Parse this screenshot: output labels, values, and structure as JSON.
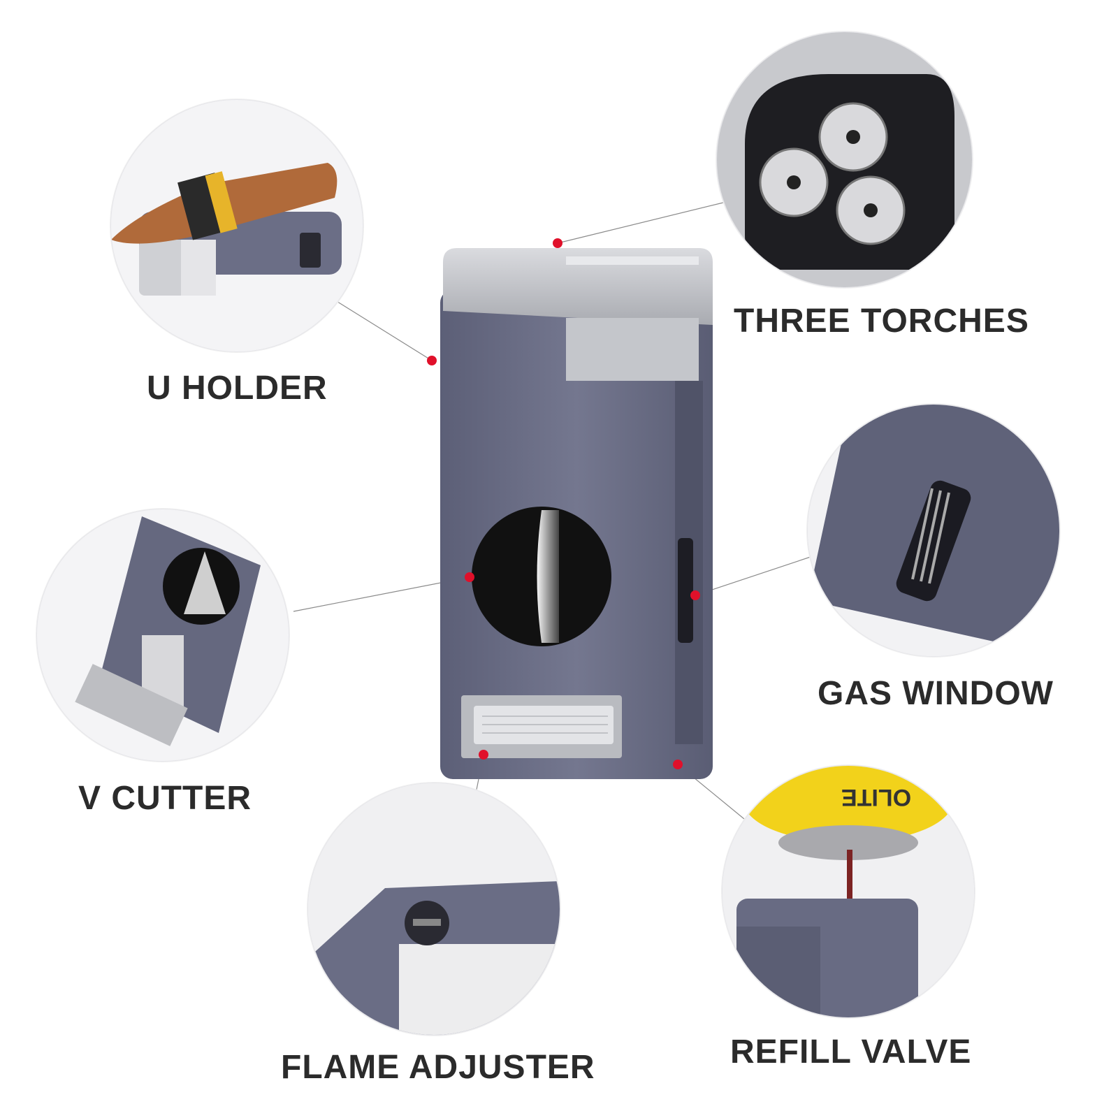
{
  "features": [
    {
      "id": "u_holder",
      "label": "U HOLDER",
      "icon": "cigar-on-lighter"
    },
    {
      "id": "three_torches",
      "label": "THREE TORCHES",
      "icon": "triple-jet-nozzles"
    },
    {
      "id": "v_cutter",
      "label": "V CUTTER",
      "icon": "v-cutter-blade"
    },
    {
      "id": "gas_window",
      "label": "GAS WINDOW",
      "icon": "fuel-window-slot"
    },
    {
      "id": "flame_adjuster",
      "label": "FLAME ADJUSTER",
      "icon": "flame-dial"
    },
    {
      "id": "refill_valve",
      "label": "REFILL VALVE",
      "icon": "butane-canister"
    }
  ],
  "canister_text": "OLITE",
  "colors": {
    "body": "#676a84",
    "chrome": "#c9cbd0",
    "accent_dot": "#e0102a",
    "label": "#2b2b2b",
    "cigar": "#b06a3a",
    "band": "#e7b42a"
  }
}
